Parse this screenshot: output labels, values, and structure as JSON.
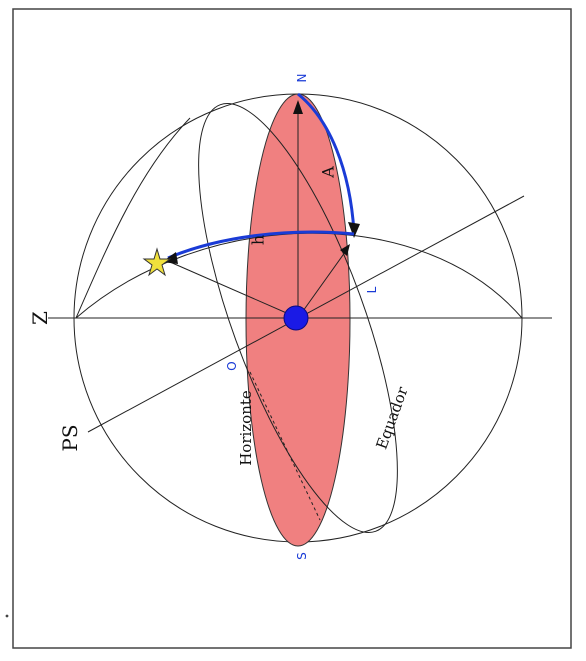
{
  "labels": {
    "zenith": "Z",
    "south_pole": "PS",
    "north": "N",
    "south": "S",
    "east": "L",
    "west": "O",
    "azimuth": "A",
    "altitude": "h",
    "horizon": "Horizonte",
    "equator": "Equador"
  },
  "colors": {
    "horizon_fill": "#f08080",
    "arc_blue": "#1a3bd6",
    "observer": "#1a1ae6",
    "star": "#f0e03c",
    "frame": "#444444"
  }
}
